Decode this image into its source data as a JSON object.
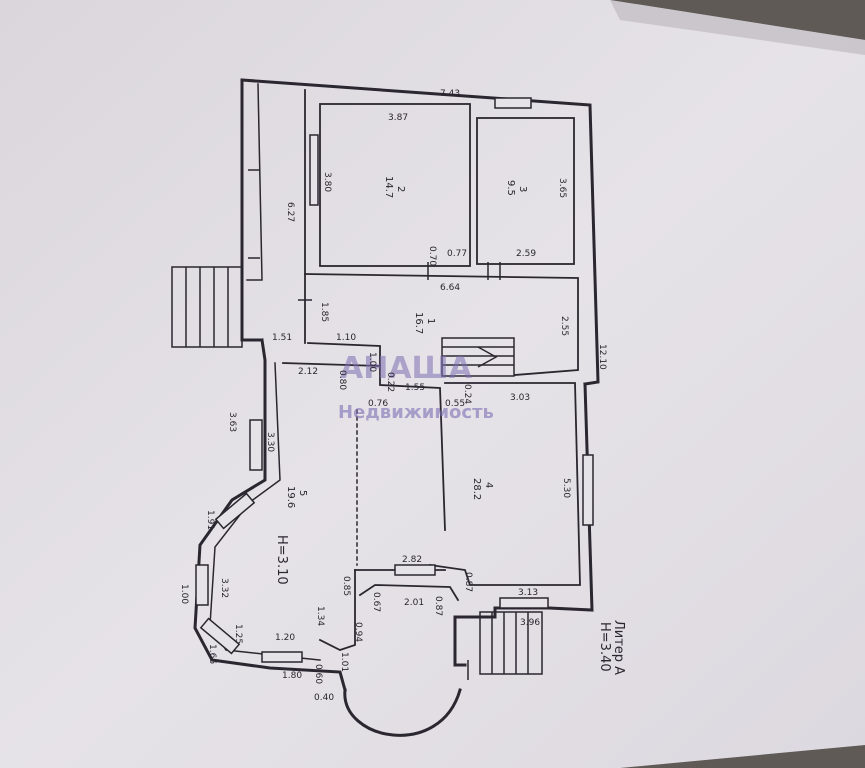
{
  "watermark": {
    "line1": "АНАША",
    "line2": "Недвижимость"
  },
  "title": {
    "line1": "Литер А",
    "line2": "Н=3.40"
  },
  "height_note": "Н=3.10",
  "rooms": [
    {
      "number": "1",
      "area": "16.7"
    },
    {
      "number": "2",
      "area": "14.7"
    },
    {
      "number": "3",
      "area": "9.5"
    },
    {
      "number": "4",
      "area": "28.2"
    },
    {
      "number": "5",
      "area": "19.6"
    }
  ],
  "dimensions": {
    "top_total": "7.43",
    "room2_width": "3.87",
    "room2_height": "3.80",
    "room3_height": "3.65",
    "left_wall": "6.27",
    "d_070": "0.70",
    "d_077": "0.77",
    "d_259": "2.59",
    "d_664": "6.64",
    "d_185": "1.85",
    "d_151": "1.51",
    "d_110": "1.10",
    "d_255": "2.55",
    "right_total": "12.10",
    "d_212": "2.12",
    "d_100a": "1.00",
    "d_022": "0.22",
    "d_155": "1.55",
    "d_024": "0.24",
    "d_303": "3.03",
    "d_080": "0.80",
    "d_076": "0.76",
    "d_055": "0.55",
    "d_363": "3.63",
    "d_330": "3.30",
    "d_530": "5.30",
    "d_191": "1.91",
    "d_282": "2.82",
    "d_332": "3.32",
    "d_100b": "1.00",
    "d_085": "0.85",
    "d_067": "0.67",
    "d_201": "2.01",
    "d_087a": "0.87",
    "d_087b": "0.87",
    "d_313": "3.13",
    "d_166": "1.66",
    "d_125": "1.25",
    "d_120": "1.20",
    "d_134": "1.34",
    "d_094": "0.94",
    "d_101": "1.01",
    "d_396": "3.96",
    "d_180": "1.80",
    "d_060": "0.60",
    "d_040": "0.40"
  }
}
